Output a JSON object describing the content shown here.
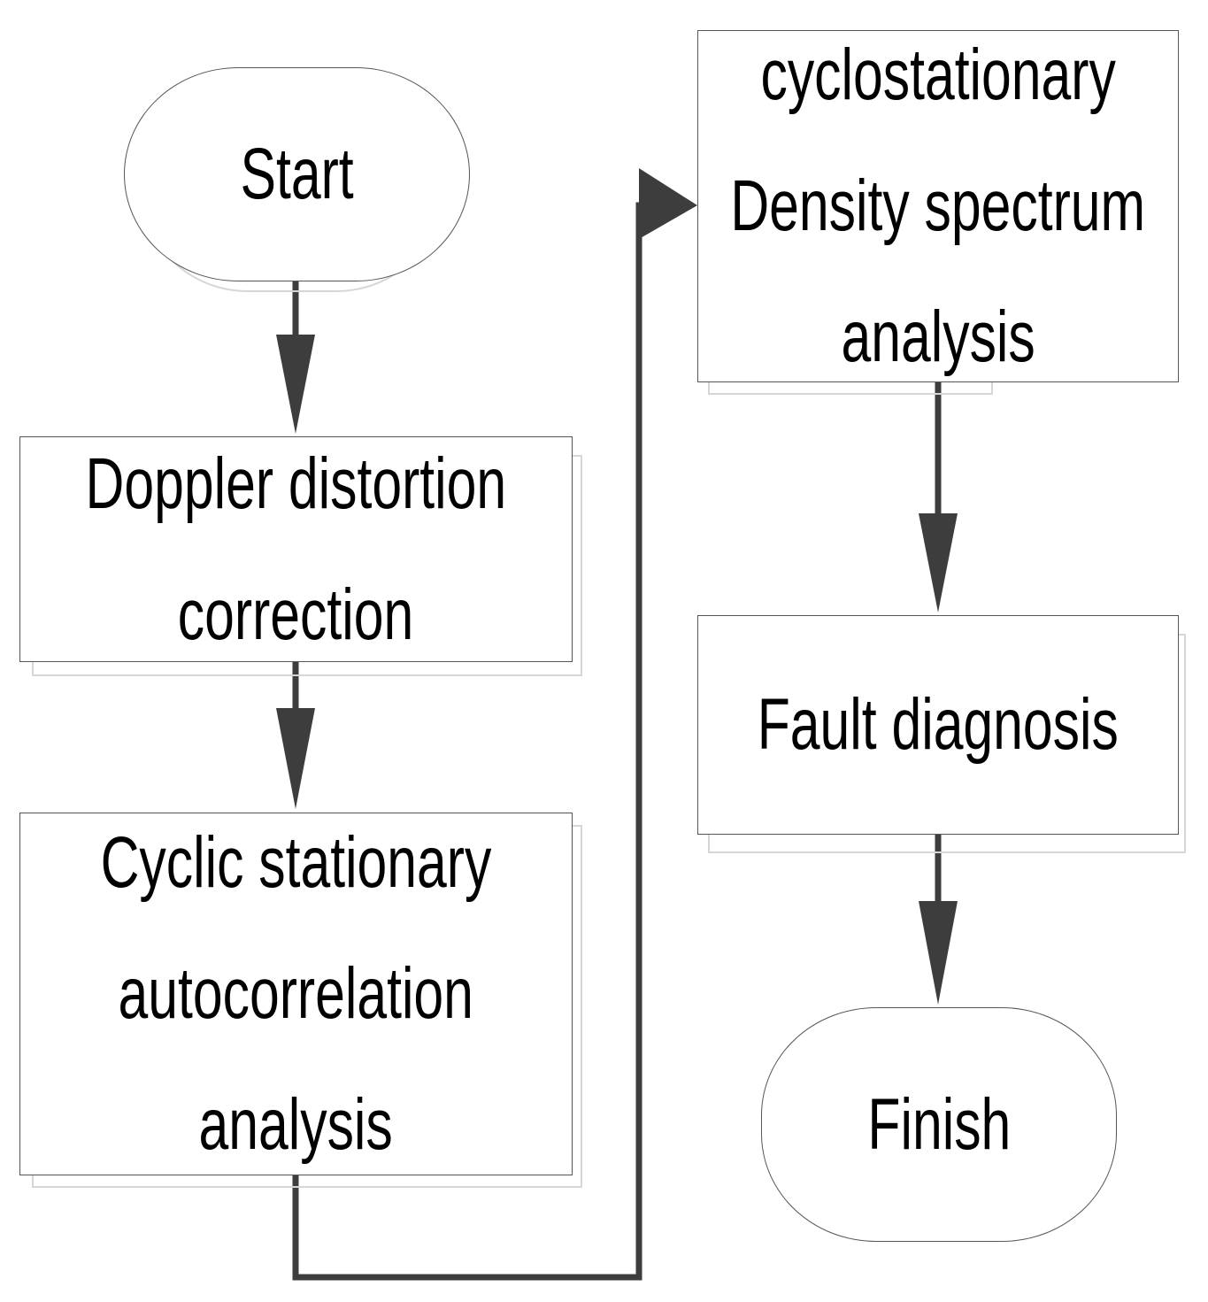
{
  "diagram": {
    "colors": {
      "arrow": "#3d3d3d",
      "box_border": "#555555",
      "shadow": "#d6d6d6",
      "text": "#000000",
      "background": "#ffffff"
    },
    "nodes": [
      {
        "id": "start",
        "shape": "terminal",
        "lines": [
          "Start"
        ]
      },
      {
        "id": "doppler",
        "shape": "process",
        "lines": [
          "Doppler distortion",
          "correction"
        ]
      },
      {
        "id": "cyclic",
        "shape": "process",
        "lines": [
          "Cyclic stationary",
          "autocorrelation",
          "analysis"
        ]
      },
      {
        "id": "density",
        "shape": "process",
        "lines": [
          "cyclostationary",
          "Density spectrum",
          "analysis"
        ]
      },
      {
        "id": "fault",
        "shape": "process",
        "lines": [
          "Fault diagnosis"
        ]
      },
      {
        "id": "finish",
        "shape": "terminal",
        "lines": [
          "Finish"
        ]
      }
    ],
    "edges": [
      {
        "from": "start",
        "to": "doppler"
      },
      {
        "from": "doppler",
        "to": "cyclic"
      },
      {
        "from": "cyclic",
        "to": "density"
      },
      {
        "from": "density",
        "to": "fault"
      },
      {
        "from": "fault",
        "to": "finish"
      }
    ]
  }
}
